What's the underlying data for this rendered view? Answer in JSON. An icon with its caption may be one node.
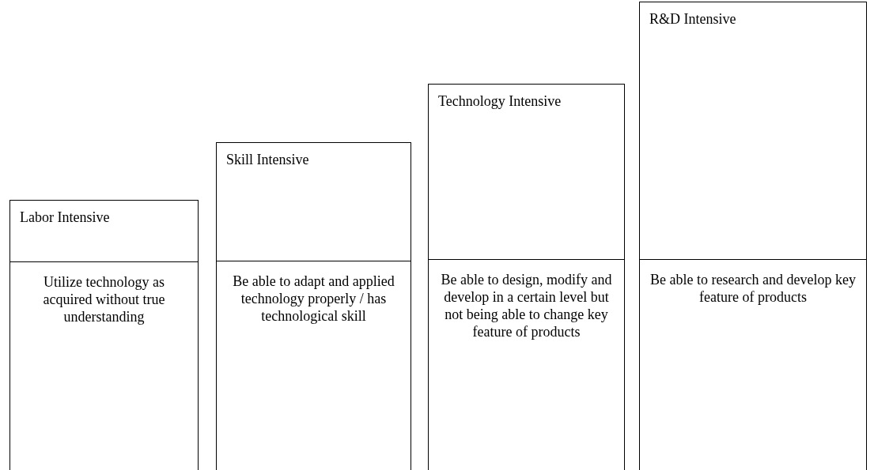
{
  "diagram": {
    "nodes": [
      {
        "text": [
          "Labor Intensive"
        ]
      },
      {
        "text": [
          "Utilize technology as acquired without true understanding"
        ]
      },
      {
        "text": [
          "Skill Intensive"
        ]
      },
      {
        "text": [
          "Be able to adapt and applied technology properly / has technological skill"
        ]
      },
      {
        "text": [
          "Technology Intensive"
        ]
      },
      {
        "text": [
          "Be able to design, modify and develop in a certain level but not being able to change key feature of products"
        ]
      },
      {
        "text": [
          "R&D Intensive"
        ]
      },
      {
        "text": [
          "Be able to research and develop key feature of products"
        ]
      }
    ]
  }
}
